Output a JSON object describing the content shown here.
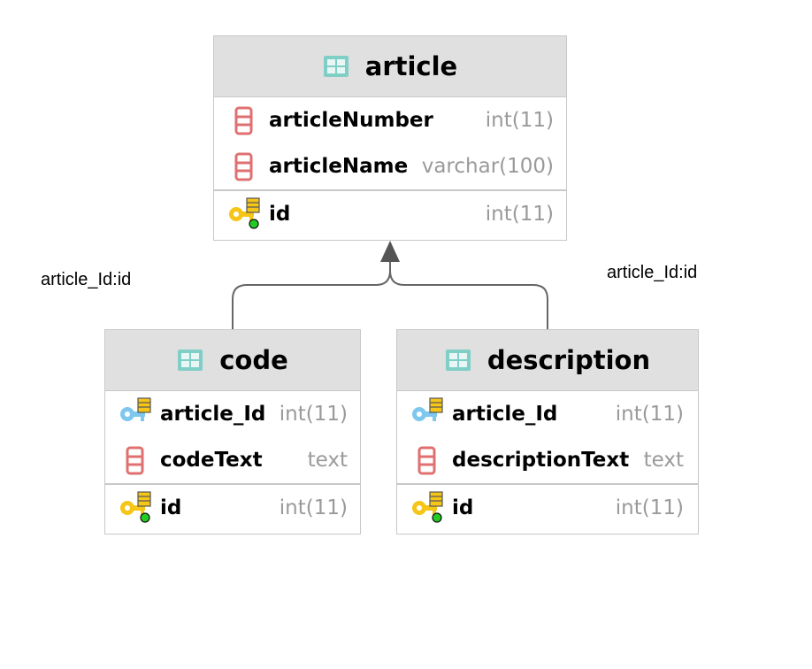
{
  "entities": {
    "article": {
      "title": "article",
      "columns": [
        {
          "name": "articleNumber",
          "type": "int(11)",
          "kind": "column"
        },
        {
          "name": "articleName",
          "type": "varchar(100)",
          "kind": "column"
        }
      ],
      "keys": [
        {
          "name": "id",
          "type": "int(11)",
          "kind": "primary-key"
        }
      ]
    },
    "code": {
      "title": "code",
      "columns": [
        {
          "name": "article_Id",
          "type": "int(11)",
          "kind": "foreign-key"
        },
        {
          "name": "codeText",
          "type": "text",
          "kind": "column"
        }
      ],
      "keys": [
        {
          "name": "id",
          "type": "int(11)",
          "kind": "primary-key"
        }
      ]
    },
    "description": {
      "title": "description",
      "columns": [
        {
          "name": "article_Id",
          "type": "int(11)",
          "kind": "foreign-key"
        },
        {
          "name": "descriptionText",
          "type": "text",
          "kind": "column"
        }
      ],
      "keys": [
        {
          "name": "id",
          "type": "int(11)",
          "kind": "primary-key"
        }
      ]
    }
  },
  "relations": {
    "code_to_article": "article_Id:id",
    "description_to_article": "article_Id:id"
  },
  "colors": {
    "header_bg": "#e0e0e0",
    "border": "#c8c8c8",
    "table_icon": "#7fcfc7",
    "column_icon": "#e07070",
    "primary_key_icon": "#f5c518",
    "foreign_key_icon": "#7ec8f0",
    "type_text": "#9a9a9a",
    "connector": "#666666"
  },
  "icons": {
    "table": "table-icon",
    "column": "column-icon",
    "primary_key": "primary-key-icon",
    "foreign_key": "foreign-key-icon"
  }
}
